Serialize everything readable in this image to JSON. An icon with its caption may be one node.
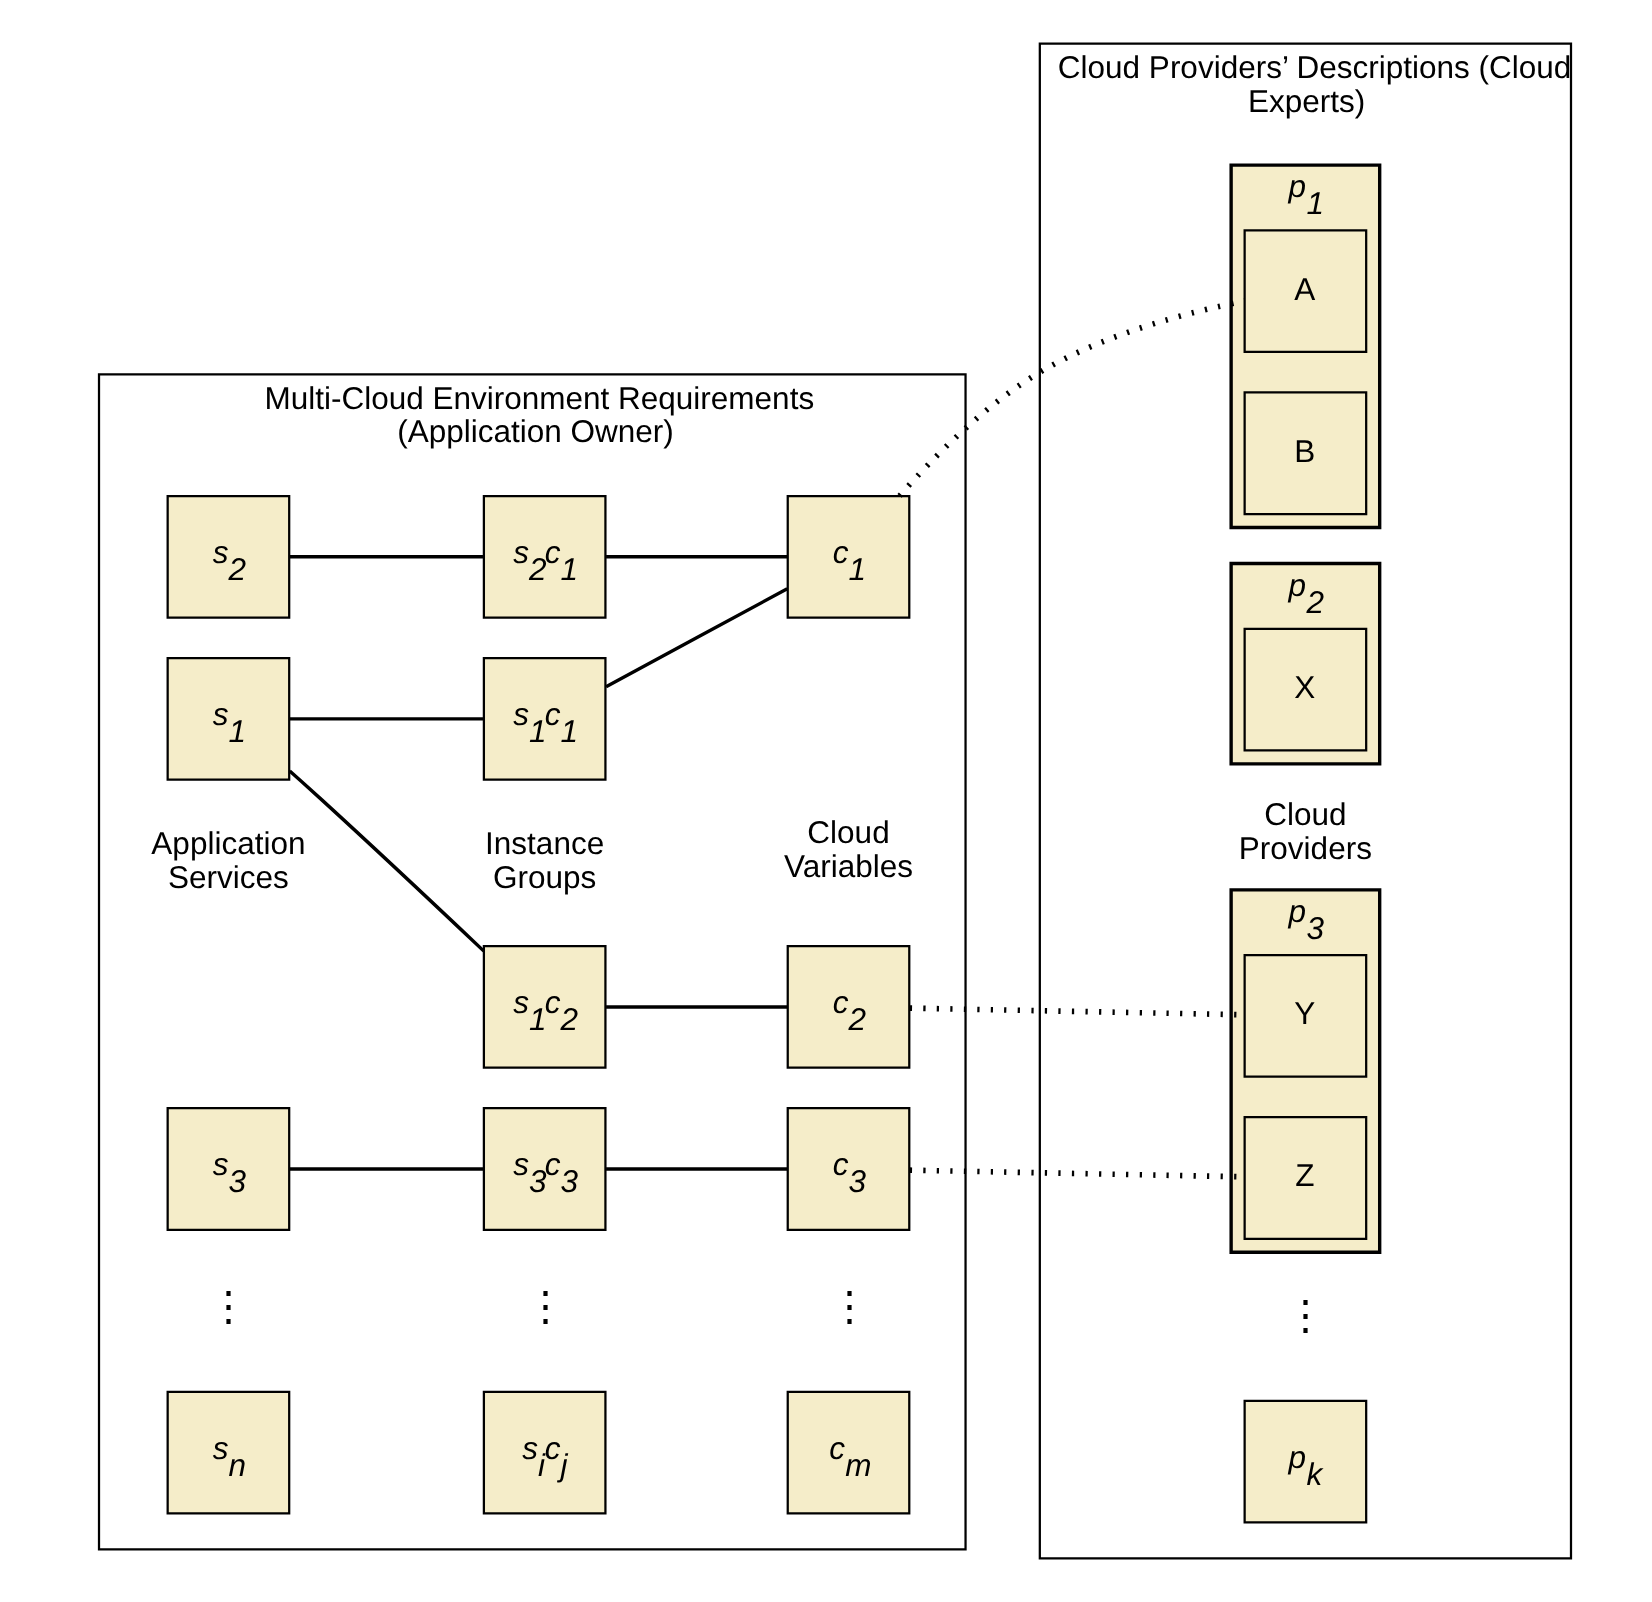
{
  "diagram": {
    "nodes": [
      {
        "text": [
          "Multi-Cloud Environment Requirements (Application Owner)"
        ]
      },
      {
        "text": [
          "Cloud Providers’ Descriptions (Cloud Experts)"
        ]
      },
      {
        "text": [
          "s$_{1}$"
        ],
        "in": 0
      },
      {
        "text": [
          "s$_{2}$"
        ],
        "in": 0
      },
      {
        "text": [
          "s$_{3}$"
        ],
        "in": 0
      },
      {
        "text": [
          "s$_{n}$"
        ],
        "in": 0
      },
      {
        "text": [
          "s$_{1}$c$_{1}$"
        ],
        "in": 0
      },
      {
        "text": [
          "s$_{1}$c$_{2}$"
        ],
        "in": 0
      },
      {
        "text": [
          "s$_{2}$c$_{1}$"
        ],
        "in": 0
      },
      {
        "text": [
          "s$_{3}$c$_{3}$"
        ],
        "in": 0
      },
      {
        "text": [
          "s$_{i}$c$_{j}$"
        ],
        "in": 0
      },
      {
        "text": [
          "c$_{1}$"
        ],
        "in": 0
      },
      {
        "text": [
          "c$_{2}$"
        ],
        "in": 0
      },
      {
        "text": [
          "c$_{3}$"
        ],
        "in": 0
      },
      {
        "text": [
          "c$_{m}$"
        ],
        "in": 0
      },
      {
        "text": [
          "p$_{1}$"
        ],
        "in": 1
      },
      {
        "text": [
          "A"
        ],
        "in": 15
      },
      {
        "text": [
          "B"
        ],
        "in": 15
      },
      {
        "text": [
          "p$_{2}$"
        ],
        "in": 1
      },
      {
        "text": [
          "X"
        ],
        "in": 18
      },
      {
        "text": [
          "p$_{3}$"
        ],
        "in": 1
      },
      {
        "text": [
          "Y"
        ],
        "in": 20
      },
      {
        "text": [
          "Z"
        ],
        "in": 20
      },
      {
        "text": [
          "p$_{k}$"
        ],
        "in": 1
      }
    ],
    "edges": [
      {
        "from": 2,
        "to": 6,
        "arrow": "none"
      },
      {
        "from": 2,
        "to": 7,
        "arrow": "none"
      },
      {
        "from": 3,
        "to": 8,
        "arrow": "none"
      },
      {
        "from": 4,
        "to": 9,
        "arrow": "none"
      },
      {
        "from": 6,
        "to": 11,
        "arrow": "none"
      },
      {
        "from": 7,
        "to": 12,
        "arrow": "none"
      },
      {
        "from": 8,
        "to": 11,
        "arrow": "none"
      },
      {
        "from": 9,
        "to": 13,
        "arrow": "none"
      },
      {
        "from": 11,
        "to": 16,
        "arrow": "none",
        "style": "dashed"
      },
      {
        "from": 12,
        "to": 21,
        "arrow": "none",
        "style": "dashed"
      },
      {
        "from": 13,
        "to": 22,
        "arrow": "none",
        "style": "dashed"
      }
    ],
    "labels": [
      "Application Services",
      "Instance Groups",
      "Cloud Variables",
      "Cloud Providers",
      "⋮",
      "⋮",
      "⋮",
      "⋮"
    ]
  }
}
